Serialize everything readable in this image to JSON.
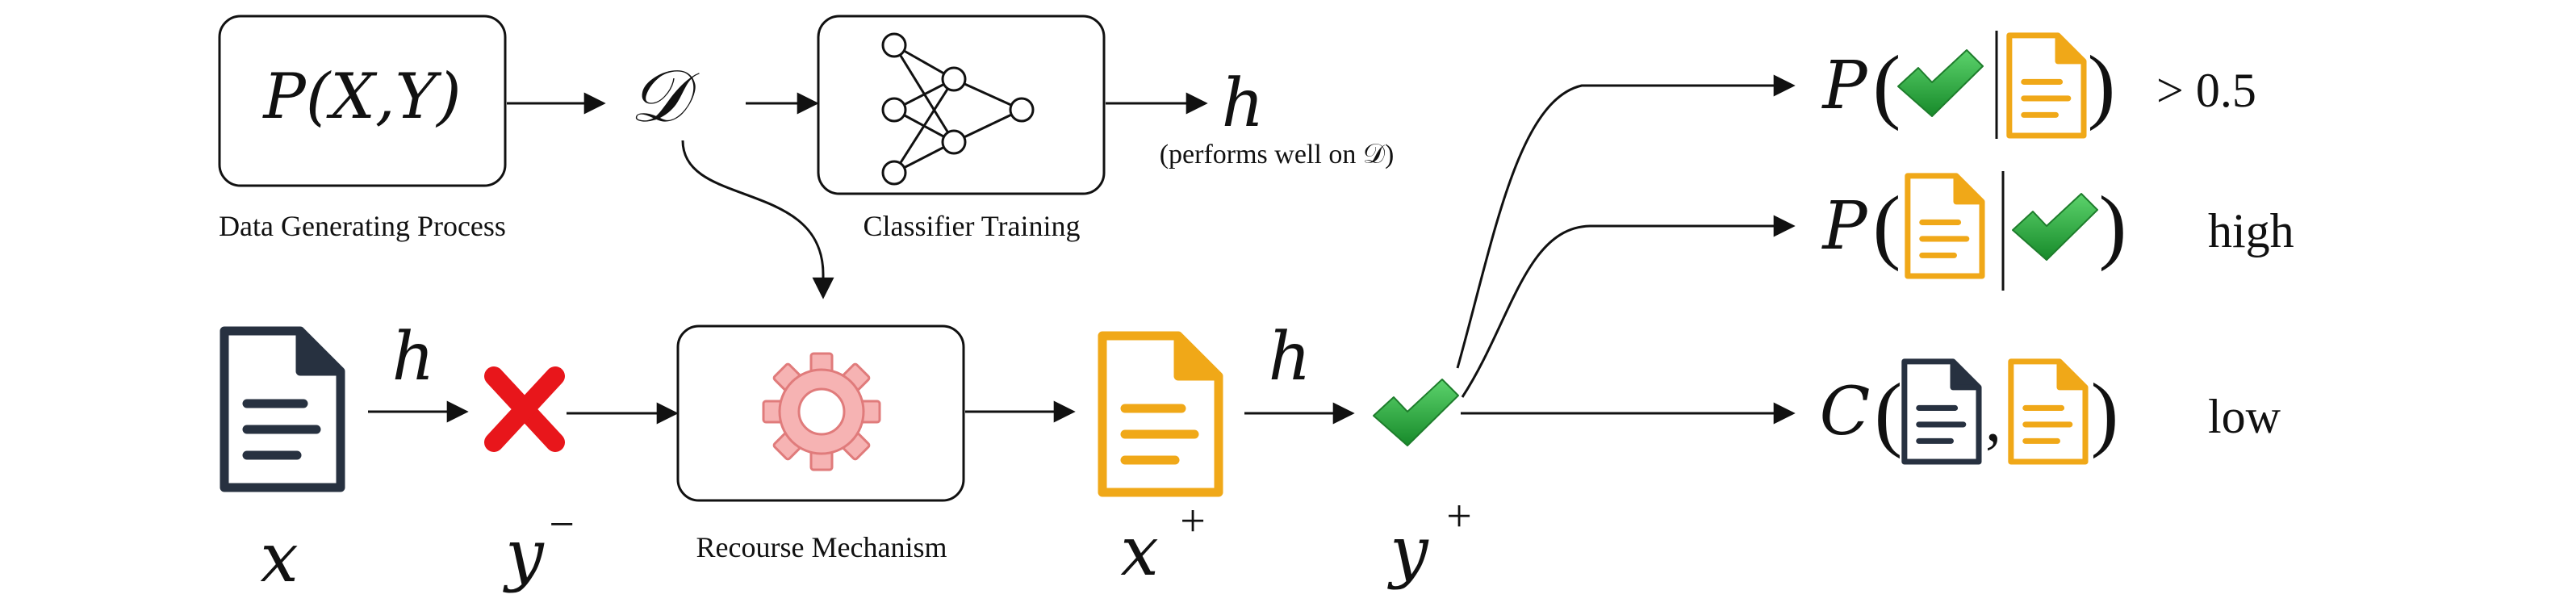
{
  "colors": {
    "ink": "#111111",
    "doc_dark": "#273140",
    "doc_orange": "#f0a818",
    "check_green": "#27a33a",
    "cross_red": "#e8161b",
    "gear_pink": "#f6b3b3",
    "gear_stroke": "#e07b7b"
  },
  "icons": [
    "document-icon",
    "check-icon",
    "cross-icon",
    "gear-icon",
    "neural-network-icon"
  ],
  "diagram": {
    "dgp_box": {
      "formula": "P(X,Y)",
      "caption": "Data Generating Process"
    },
    "dataset_symbol": "𝒟",
    "classifier_box": {
      "caption": "Classifier Training"
    },
    "h_output": {
      "symbol": "h",
      "note": "(performs well on 𝒟)"
    },
    "row2": {
      "x_label": "x",
      "h1_label": "h",
      "y_minus": "y",
      "y_minus_sup": "−",
      "recourse_caption": "Recourse Mechanism",
      "x_plus": "x",
      "x_plus_sup": "+",
      "h2_label": "h",
      "y_plus": "y",
      "y_plus_sup": "+"
    },
    "conditions": [
      {
        "prefix": "P",
        "open": "(",
        "close": ")",
        "suffix": "> 0.5"
      },
      {
        "prefix": "P",
        "open": "(",
        "close": ")",
        "suffix": "high"
      },
      {
        "prefix": "C",
        "open": "(",
        "separator": ",",
        "close": ")",
        "suffix": "low"
      }
    ]
  }
}
